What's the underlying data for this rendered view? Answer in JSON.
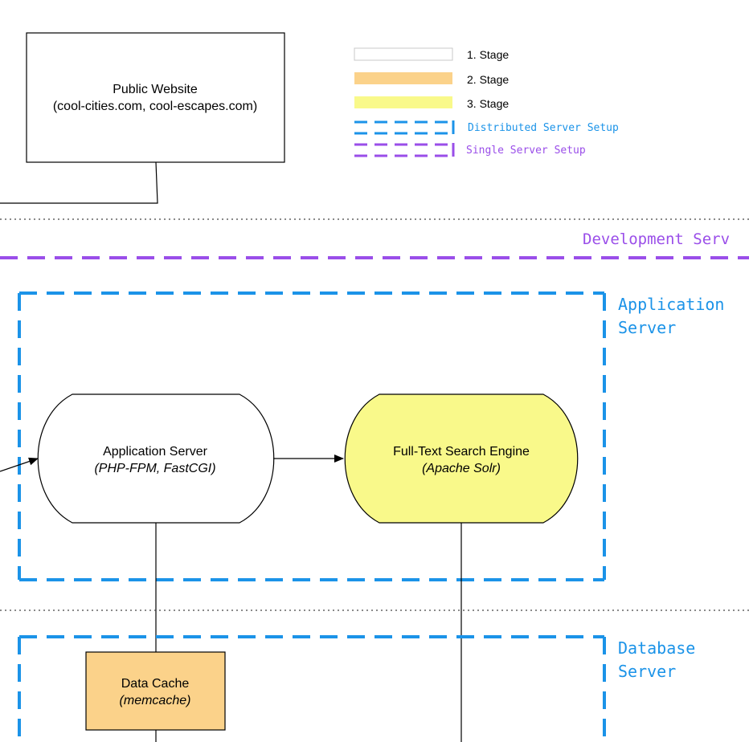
{
  "colors": {
    "stage1": "#ffffff",
    "stage2": "#fbd28a",
    "stage3": "#f9f98a",
    "distributed": "#1b93e8",
    "single": "#9a4ee9",
    "stroke": "#000000"
  },
  "legend": {
    "stage1": "1. Stage",
    "stage2": "2. Stage",
    "stage3": "3. Stage",
    "distributed": "Distributed Server Setup",
    "single": "Single Server Setup"
  },
  "nodes": {
    "public_website": {
      "title": "Public Website",
      "subtitle": "(cool-cities.com, cool-escapes.com)"
    },
    "application_server": {
      "title": "Application Server",
      "subtitle": "(PHP-FPM, FastCGI)"
    },
    "search_engine": {
      "title": "Full-Text Search Engine",
      "subtitle": "(Apache Solr)"
    },
    "data_cache": {
      "title": "Data Cache",
      "subtitle": "(memcache)"
    }
  },
  "zones": {
    "development": "Development Serv",
    "application_line1": "Application",
    "application_line2": "Server",
    "database_line1": "Database",
    "database_line2": "Server"
  }
}
